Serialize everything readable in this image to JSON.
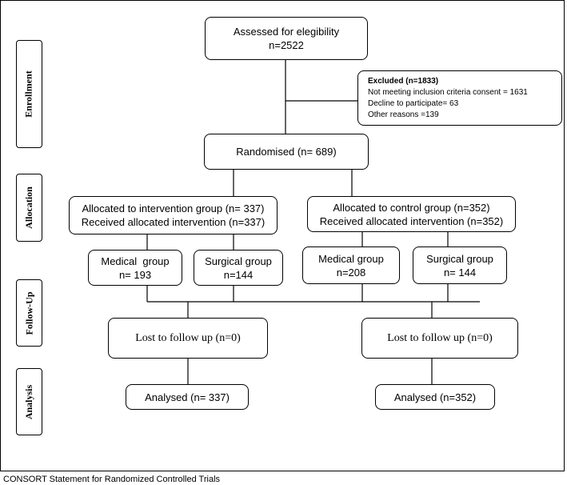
{
  "stages": {
    "enrollment": "Enrollment",
    "allocation": "Allocation",
    "followup": "Follow-Up",
    "analysis": "Analysis"
  },
  "assessed": {
    "line1": "Assessed for elegibility",
    "line2": "n=2522"
  },
  "excluded": {
    "title": "Excluded (n=1833)",
    "reason1": "Not meeting inclusion criteria consent = 1631",
    "reason2": "Decline to participate= 63",
    "reason3": "Other reasons =139"
  },
  "randomised": "Randomised (n= 689)",
  "intervention": {
    "line1": "Allocated to intervention group (n= 337)",
    "line2": "Received allocated intervention (n=337)"
  },
  "control": {
    "line1": "Allocated to control group (n=352)",
    "line2": "Received allocated intervention (n=352)"
  },
  "int_medical": {
    "line1": "Medical  group",
    "line2": "n= 193"
  },
  "int_surgical": {
    "line1": "Surgical group",
    "line2": "n=144"
  },
  "ctl_medical": {
    "line1": "Medical group",
    "line2": "n=208"
  },
  "ctl_surgical": {
    "line1": "Surgical group",
    "line2": "n= 144"
  },
  "lost_left": "Lost to follow up (n=0)",
  "lost_right": "Lost to follow up (n=0)",
  "analysed_left": "Analysed (n= 337)",
  "analysed_right": "Analysed (n=352)",
  "caption": "CONSORT Statement for Randomized Controlled Trials"
}
